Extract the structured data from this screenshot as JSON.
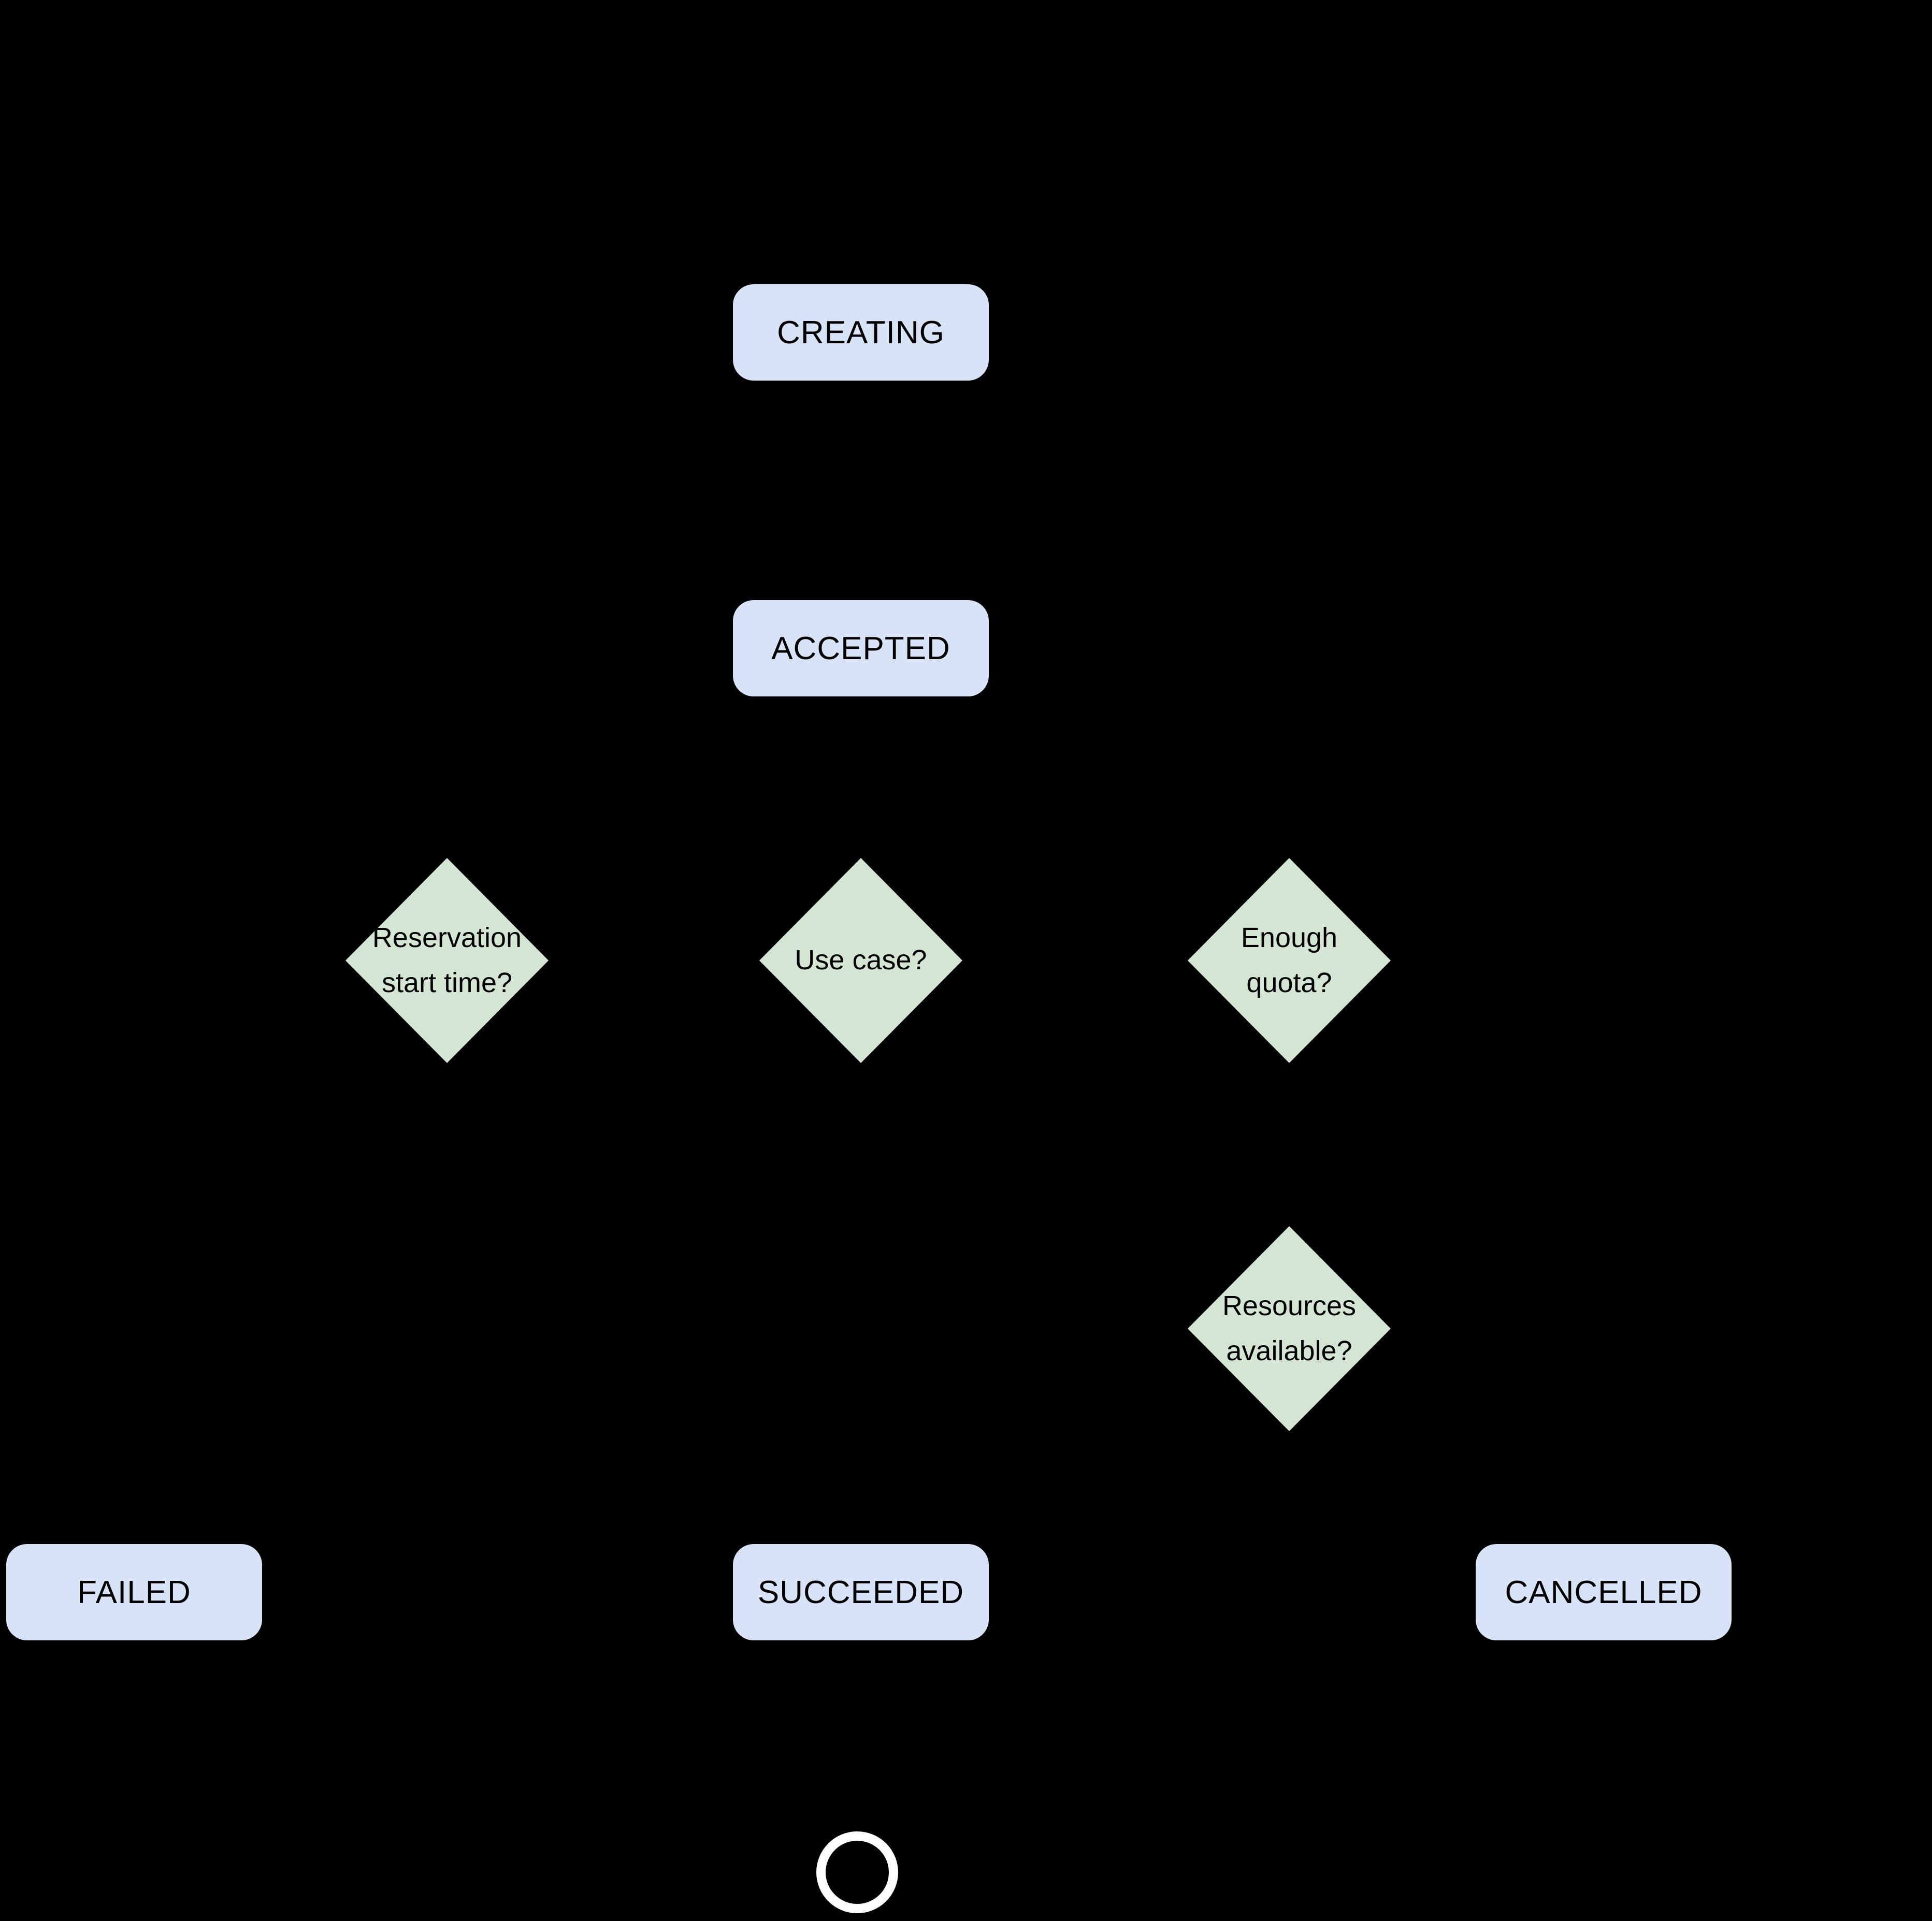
{
  "diagram": {
    "title": "reservation-state-flow",
    "colors": {
      "background": "#000000",
      "state_fill": "#d8e3f8",
      "decision_fill": "#d4e6d3",
      "text": "#000000",
      "end_ring": "#ffffff"
    },
    "states": {
      "creating": "CREATING",
      "accepted": "ACCEPTED",
      "failed": "FAILED",
      "succeeded": "SUCCEEDED",
      "cancelled": "CANCELLED"
    },
    "decisions": {
      "reservation_start_time": "Reservation\nstart time?",
      "use_case": "Use case?",
      "enough_quota": "Enough\nquota?",
      "resources_available": "Resources\navailable?"
    },
    "end_state_icon": "end-state-ring"
  }
}
